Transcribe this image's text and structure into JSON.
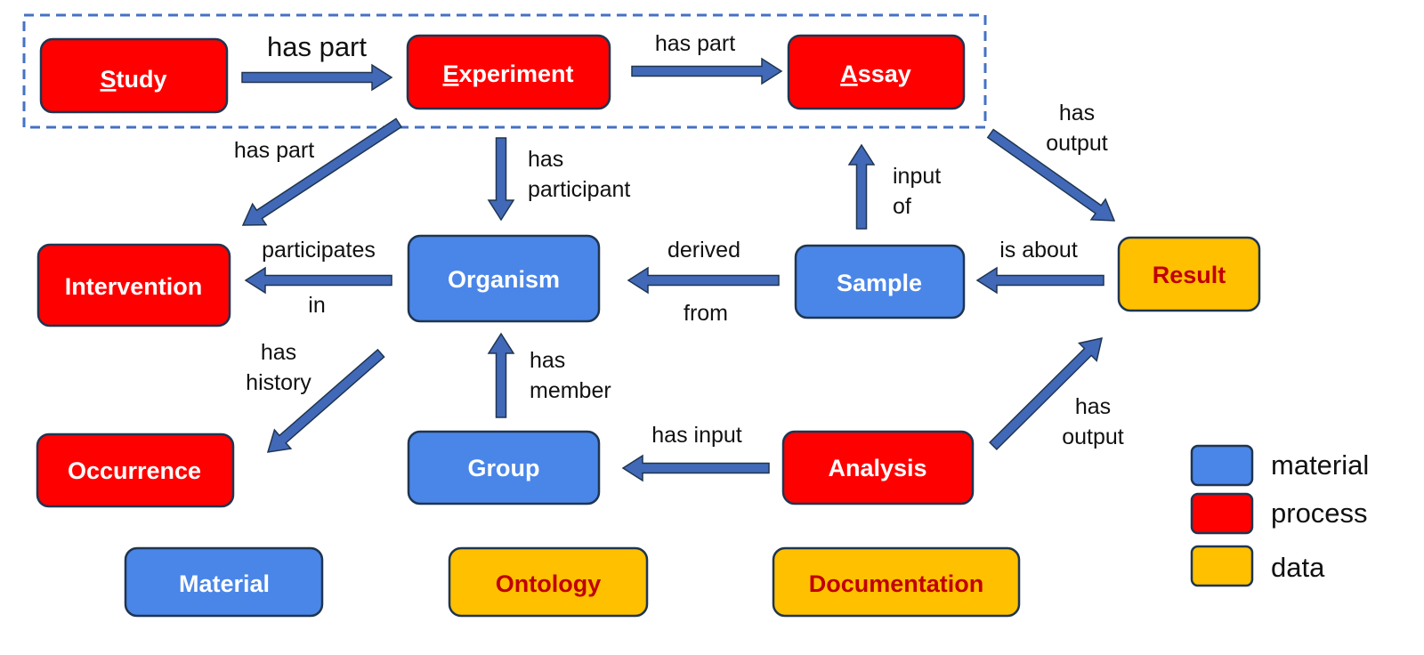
{
  "colors": {
    "material": "#4A86E8",
    "process": "#FF0000",
    "data": "#FFC000",
    "arrow": "#4169B8",
    "border": "#1F3550",
    "text_on_material": "#FFFFFF",
    "text_on_process": "#FFFFFF",
    "text_on_data": "#C00000",
    "group_outline": "#4472C4"
  },
  "nodes": {
    "study": {
      "initial": "S",
      "rest": "tudy",
      "kind": "process"
    },
    "experiment": {
      "initial": "E",
      "rest": "xperiment",
      "kind": "process"
    },
    "assay": {
      "initial": "A",
      "rest": "ssay",
      "kind": "process"
    },
    "intervention": {
      "label": "Intervention",
      "kind": "process"
    },
    "organism": {
      "label": "Organism",
      "kind": "material"
    },
    "sample": {
      "label": "Sample",
      "kind": "material"
    },
    "result": {
      "label": "Result",
      "kind": "data"
    },
    "occurrence": {
      "label": "Occurrence",
      "kind": "process"
    },
    "group": {
      "label": "Group",
      "kind": "material"
    },
    "analysis": {
      "label": "Analysis",
      "kind": "process"
    },
    "material": {
      "label": "Material",
      "kind": "material"
    },
    "ontology": {
      "label": "Ontology",
      "kind": "data"
    },
    "documentation": {
      "label": "Documentation",
      "kind": "data"
    }
  },
  "edges": {
    "study_experiment": "has part",
    "experiment_assay": "has part",
    "experiment_intervention": "has part",
    "experiment_organism_1": "has",
    "experiment_organism_2": "participant",
    "assay_result_1": "has",
    "assay_result_2": "output",
    "sample_assay_1": "input",
    "sample_assay_2": "of",
    "organism_intervention_1": "participates",
    "organism_intervention_2": "in",
    "sample_organism_1": "derived",
    "sample_organism_2": "from",
    "result_sample": "is about",
    "organism_occurrence_1": "has",
    "organism_occurrence_2": "history",
    "group_organism_1": "has",
    "group_organism_2": "member",
    "analysis_group": "has input",
    "analysis_result_1": "has",
    "analysis_result_2": "output"
  },
  "legend": [
    {
      "label": "material",
      "kind": "material"
    },
    {
      "label": "process",
      "kind": "process"
    },
    {
      "label": "data",
      "kind": "data"
    }
  ]
}
